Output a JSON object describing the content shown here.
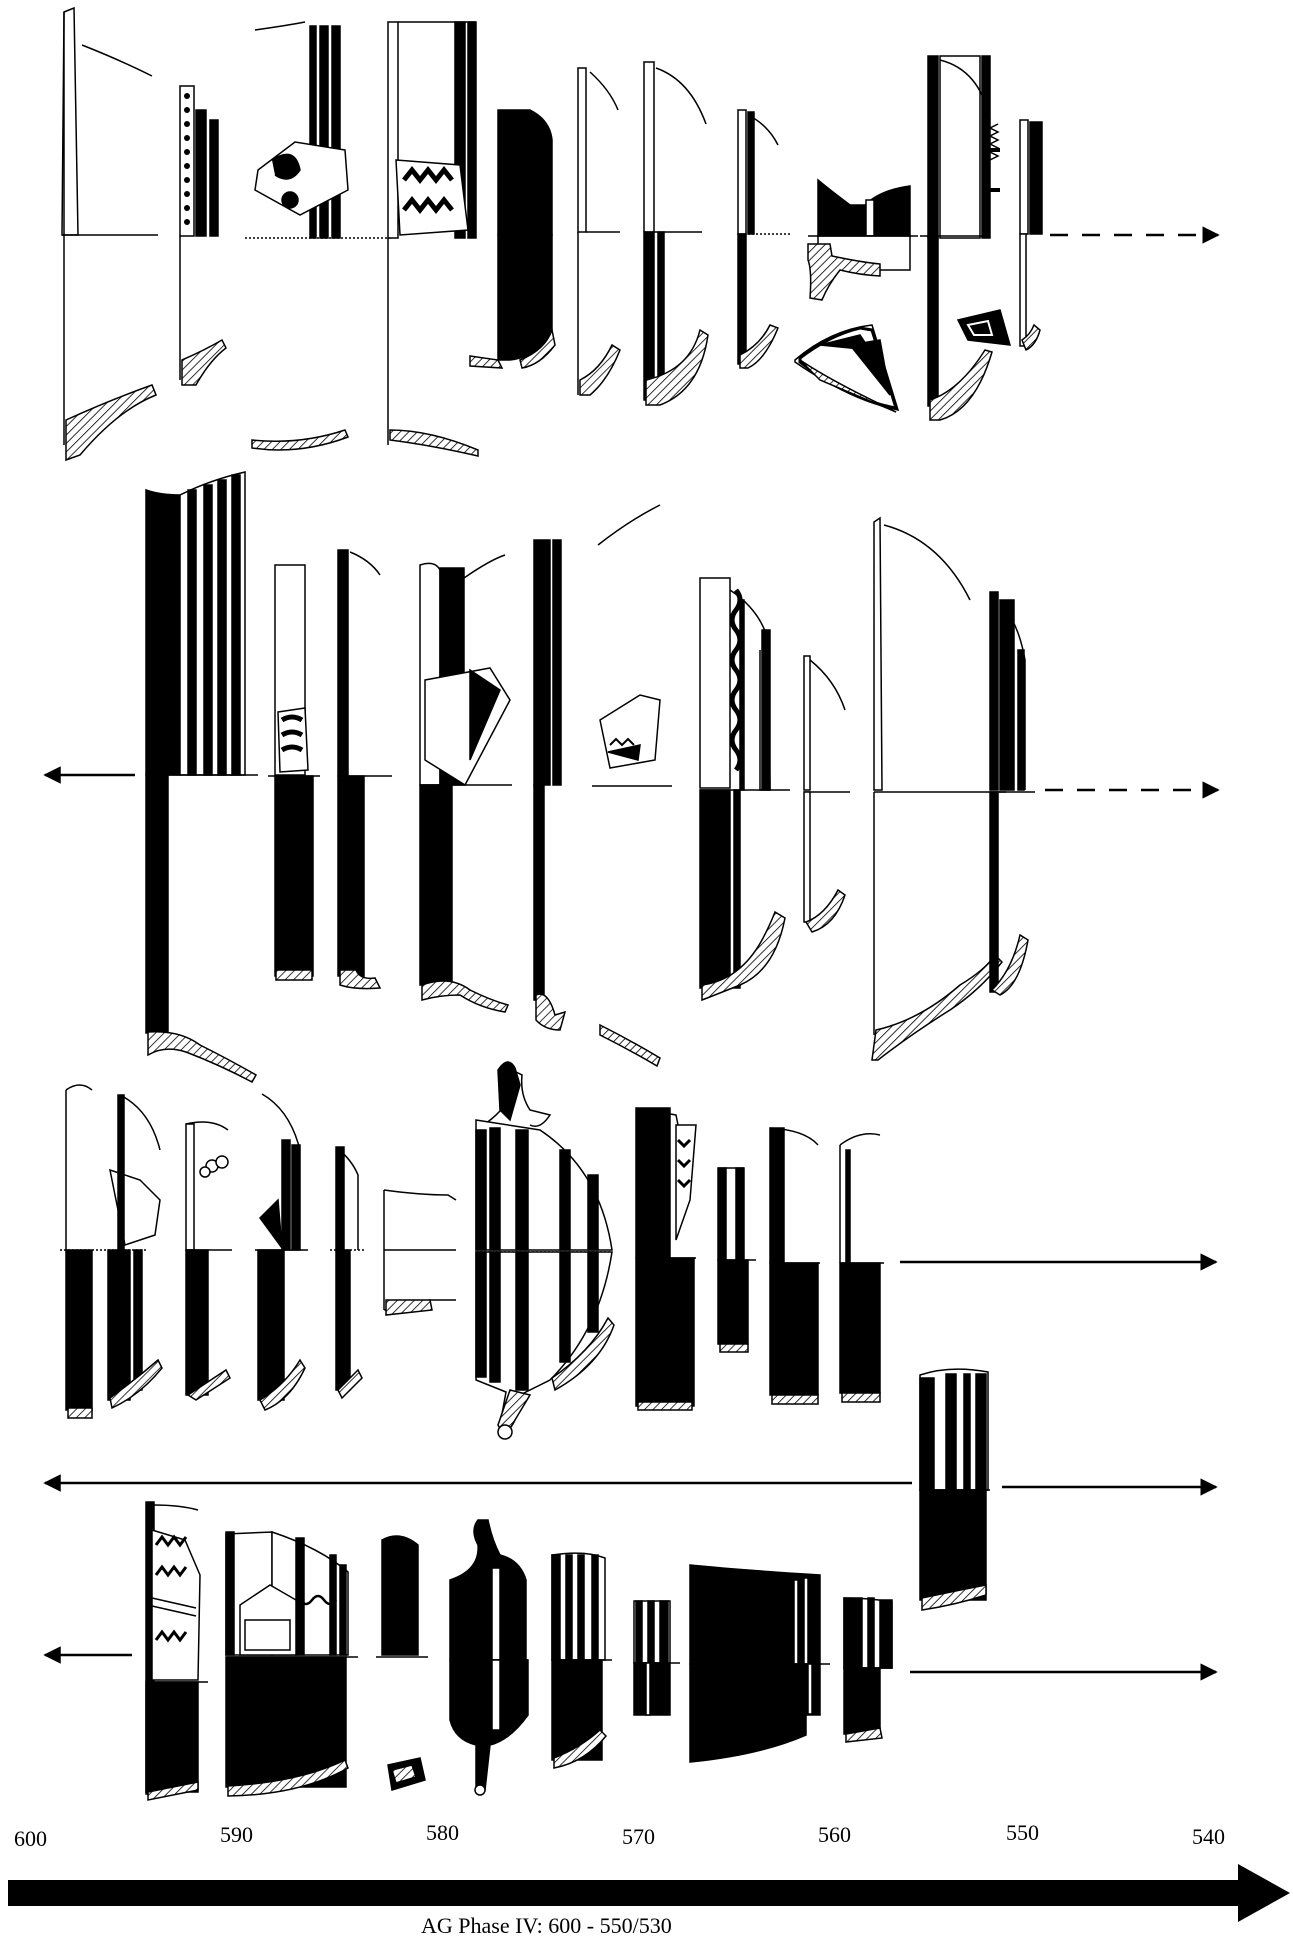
{
  "timeline": {
    "ticks": [
      "600",
      "590",
      "580",
      "570",
      "560",
      "550",
      "540"
    ],
    "title": "AG Phase IV: 600 - 550/530"
  },
  "rows": [
    {
      "id": "row-1",
      "arrow_left": false,
      "arrow_right": "dashed"
    },
    {
      "id": "row-2",
      "arrow_left": true,
      "arrow_right": "dashed"
    },
    {
      "id": "row-3",
      "arrow_left": false,
      "arrow_right": "solid"
    },
    {
      "id": "row-4",
      "arrow_left": true,
      "arrow_right": "solid"
    },
    {
      "id": "row-5",
      "arrow_left": true,
      "arrow_right": "solid"
    }
  ],
  "colors": {
    "ink": "#000000",
    "paper": "#ffffff"
  }
}
